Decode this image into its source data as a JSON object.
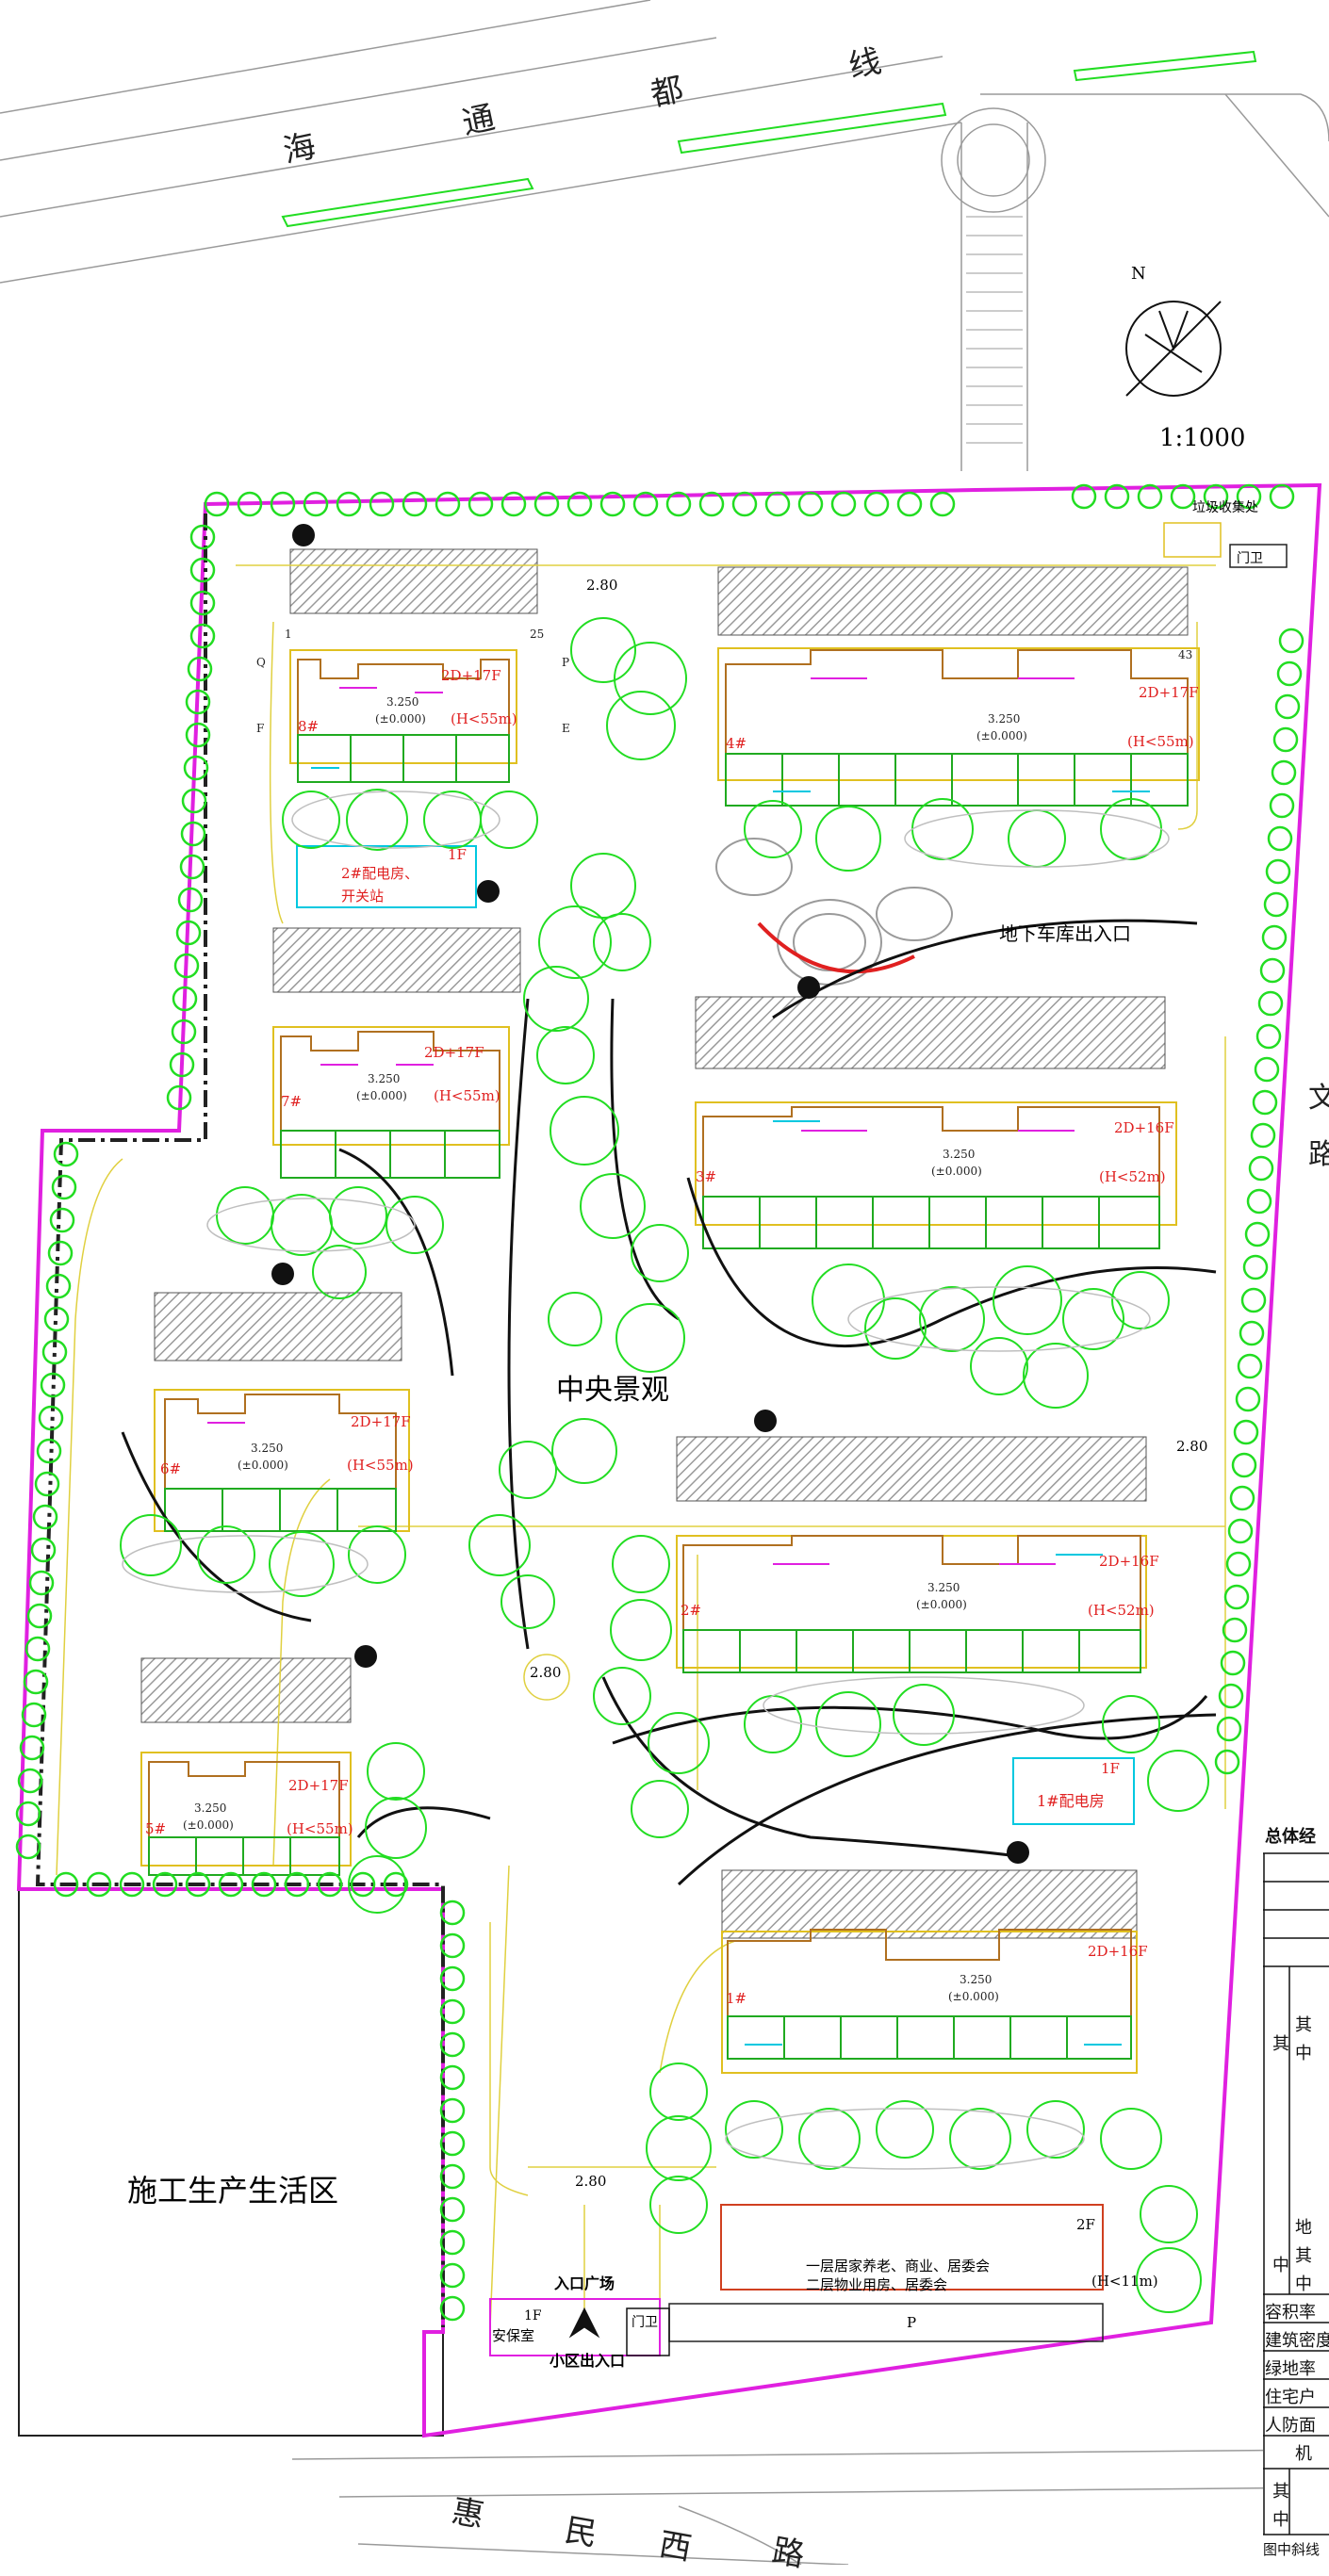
{
  "roads": {
    "north": [
      "海",
      "通",
      "都",
      "线"
    ],
    "south": [
      "惠",
      "民",
      "西",
      "路"
    ],
    "east": [
      "文",
      "路"
    ]
  },
  "north_arrow": {
    "letter": "N",
    "scale": "1:1000"
  },
  "labels": {
    "central_landscape": "中央景观",
    "garage_exit": "地下车库出入口",
    "construction_area": "施工生产生活区",
    "entrance_plaza": "入口广场",
    "community_entrance": "小区出入口",
    "security_room": "安保室",
    "security_room_floor": "1F",
    "gate_guard_south": "门卫",
    "gate_guard_north": "门卫",
    "waste_station": "垃圾收集处",
    "substation_2_floor": "1F",
    "substation_2_line1": "2#配电房、",
    "substation_2_line2": "开关站",
    "substation_1_floor": "1F",
    "substation_1": "1#配电房",
    "commercial_floor": "2F",
    "commercial_line1": "一层居家养老、商业、居委会",
    "commercial_line2": "二层物业用房、居委会",
    "commercial_height": "(H<11m)",
    "parking": "P"
  },
  "elevations": [
    "2.80",
    "2.80",
    "2.80",
    "2.80"
  ],
  "buildings": [
    {
      "id": "8#",
      "floors": "2D+17F",
      "height": "(H<55m)",
      "elev": "3.250",
      "zero": "(±0.000)"
    },
    {
      "id": "4#",
      "floors": "2D+17F",
      "height": "(H<55m)",
      "elev": "3.250",
      "zero": "(±0.000)"
    },
    {
      "id": "7#",
      "floors": "2D+17F",
      "height": "(H<55m)",
      "elev": "3.250",
      "zero": "(±0.000)"
    },
    {
      "id": "3#",
      "floors": "2D+16F",
      "height": "(H<52m)",
      "elev": "3.250",
      "zero": "(±0.000)"
    },
    {
      "id": "6#",
      "floors": "2D+17F",
      "height": "(H<55m)",
      "elev": "3.250",
      "zero": "(±0.000)"
    },
    {
      "id": "2#",
      "floors": "2D+16F",
      "height": "(H<52m)",
      "elev": "3.250",
      "zero": "(±0.000)"
    },
    {
      "id": "5#",
      "floors": "2D+17F",
      "height": "(H<55m)",
      "elev": "3.250",
      "zero": "(±0.000)"
    },
    {
      "id": "1#",
      "floors": "2D+16F",
      "height": "",
      "elev": "3.250",
      "zero": "(±0.000)"
    }
  ],
  "axis_markers": [
    "1",
    "Q",
    "F",
    "P",
    "E",
    "25",
    "43"
  ],
  "side_panel": {
    "title": "总体经",
    "rows": [
      "其",
      "中",
      "其",
      "地",
      "其",
      "中",
      "中",
      "容积率",
      "建筑密度",
      "绿地率",
      "住宅户",
      "人防面",
      "机",
      "其",
      "中"
    ],
    "footer": "图中斜线"
  },
  "colors": {
    "boundary": "#e020e0",
    "tree": "#22dd22",
    "road_line": "#9a9a9a",
    "building_outline": "#e0c020",
    "annotation": "#e02020",
    "substation": "#00c8e0"
  }
}
